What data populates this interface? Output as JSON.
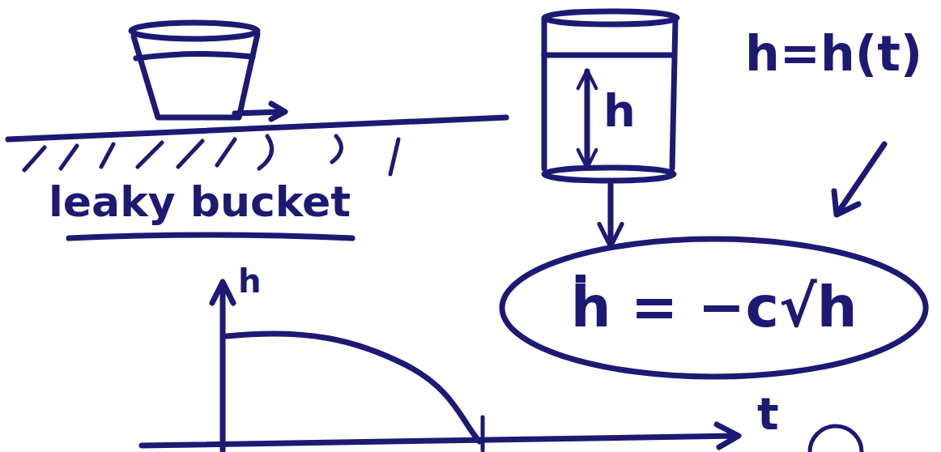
{
  "diagram": {
    "nodes": [
      {
        "text": [
          "h"
        ]
      },
      {
        "text": [
          "ḣ = −c√h"
        ]
      }
    ],
    "edges": [
      {
        "from": 0,
        "to": 1,
        "arrow": "to"
      }
    ],
    "labels": [
      "leaky bucket",
      "h=h(t)",
      "h",
      "t"
    ]
  }
}
